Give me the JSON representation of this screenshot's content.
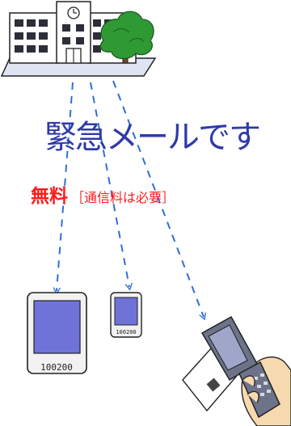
{
  "headline": {
    "text": "緊急メールです",
    "color": "#2f3aa8"
  },
  "pricing": {
    "free_label": "無料",
    "note": "［通信料は必要］",
    "color": "#ff1a1a"
  },
  "illustration": {
    "sender": "school-building",
    "receivers": [
      "large-pda",
      "small-pda",
      "flip-phone"
    ],
    "arrow_color": "#2f6fd6",
    "screen_color": "#6f73d8",
    "tree_color": "#2f9a34"
  }
}
